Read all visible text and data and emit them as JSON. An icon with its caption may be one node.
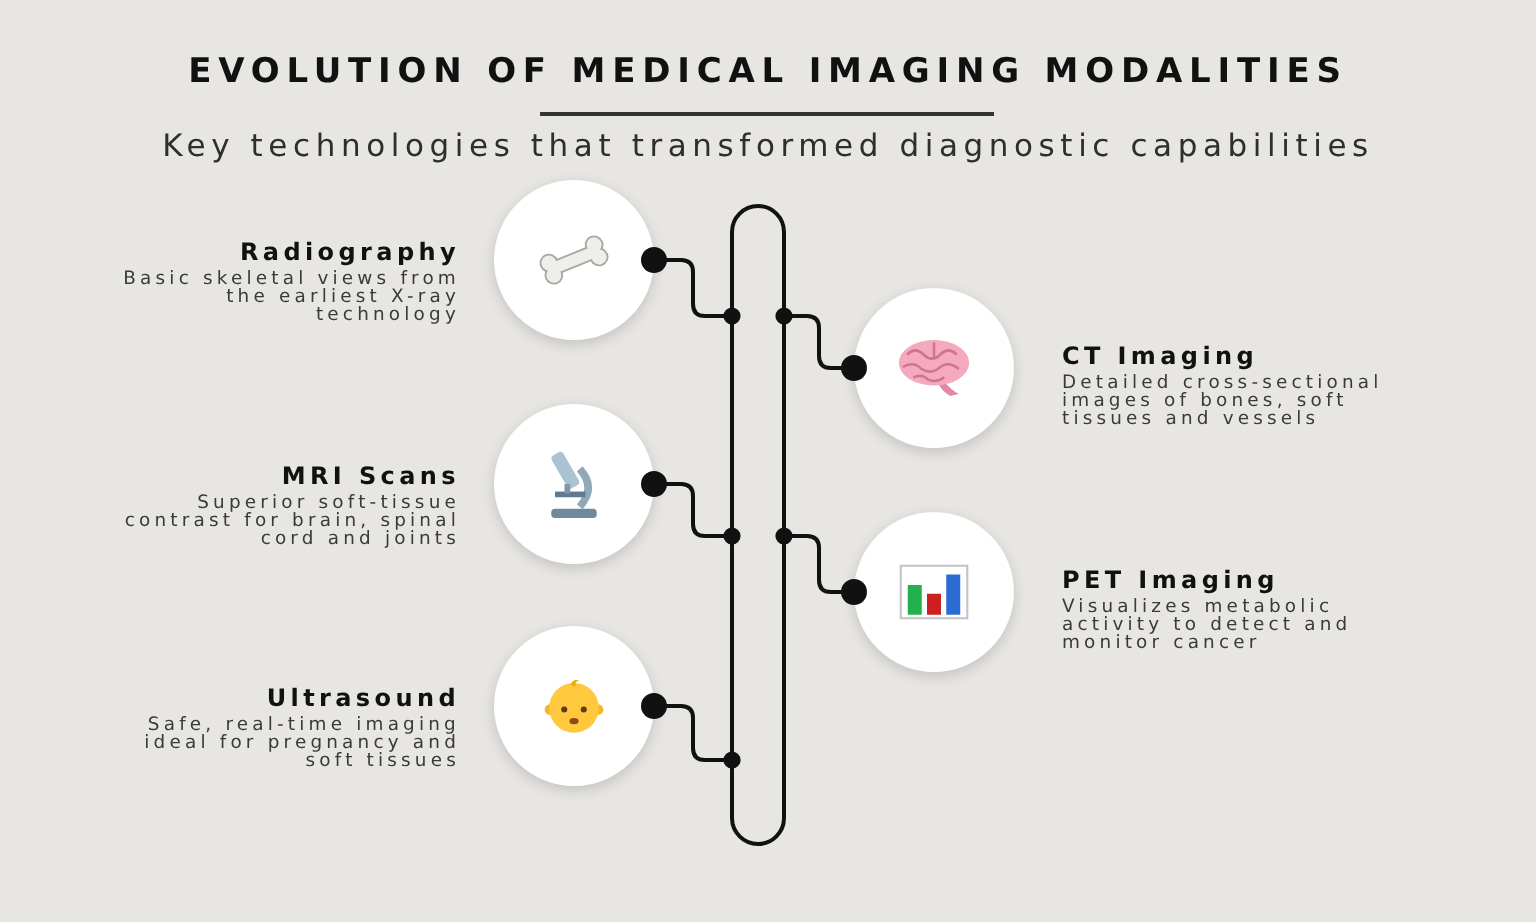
{
  "diagram": {
    "title": "EVOLUTION OF MEDICAL IMAGING MODALITIES",
    "nodes": [
      {
        "text": [
          "Radiography",
          "Basic skeletal views from the earliest X-ray technology"
        ]
      },
      {
        "text": [
          "CT Imaging",
          "Detailed cross-sectional images of bones, soft tissues and vessels"
        ]
      },
      {
        "text": [
          "MRI Scans",
          "Superior soft-tissue contrast for brain, spinal cord and joints"
        ]
      },
      {
        "text": [
          "PET Imaging",
          "Visualizes metabolic activity to detect and monitor cancer"
        ]
      },
      {
        "text": [
          "Ultrasound",
          "Safe, real-time imaging ideal for pregnancy and soft tissues"
        ]
      },
      {
        "text": [],
        "shape": "bar"
      }
    ],
    "edges": [
      {
        "from": 0,
        "to": 5,
        "arrow": "other"
      },
      {
        "from": 1,
        "to": 5,
        "arrow": "other"
      },
      {
        "from": 2,
        "to": 5,
        "arrow": "other"
      },
      {
        "from": 3,
        "to": 5,
        "arrow": "other"
      },
      {
        "from": 4,
        "to": 5,
        "arrow": "other"
      }
    ],
    "labels": [
      "Key technologies that transformed diagnostic capabilities"
    ]
  }
}
